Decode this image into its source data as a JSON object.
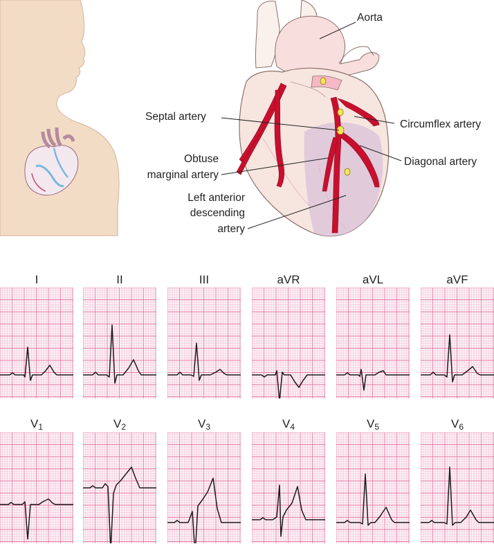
{
  "anatomy_labels": {
    "aorta": "Aorta",
    "septal": "Septal artery",
    "circumflex": "Circumflex artery",
    "obtuse_line1": "Obtuse",
    "obtuse_line2": "marginal artery",
    "diagonal": "Diagonal artery",
    "lad_line1": "Left anterior",
    "lad_line2": "descending",
    "lad_line3": "artery"
  },
  "ecg": {
    "row1": [
      {
        "lead": "I",
        "sub": ""
      },
      {
        "lead": "II",
        "sub": ""
      },
      {
        "lead": "III",
        "sub": ""
      },
      {
        "lead": "aVR",
        "sub": ""
      },
      {
        "lead": "aVL",
        "sub": ""
      },
      {
        "lead": "aVF",
        "sub": ""
      }
    ],
    "row2": [
      {
        "lead": "V",
        "sub": "1"
      },
      {
        "lead": "V",
        "sub": "2"
      },
      {
        "lead": "V",
        "sub": "3"
      },
      {
        "lead": "V",
        "sub": "4"
      },
      {
        "lead": "V",
        "sub": "5"
      },
      {
        "lead": "V",
        "sub": "6"
      }
    ]
  },
  "colors": {
    "grid_fine": "#f3b9cf",
    "grid_bold": "#e27aa3",
    "trace": "#1a1a1a",
    "skin": "#f2dcc6",
    "artery": "#c8102e",
    "heart_fill": "#f6e6df"
  }
}
